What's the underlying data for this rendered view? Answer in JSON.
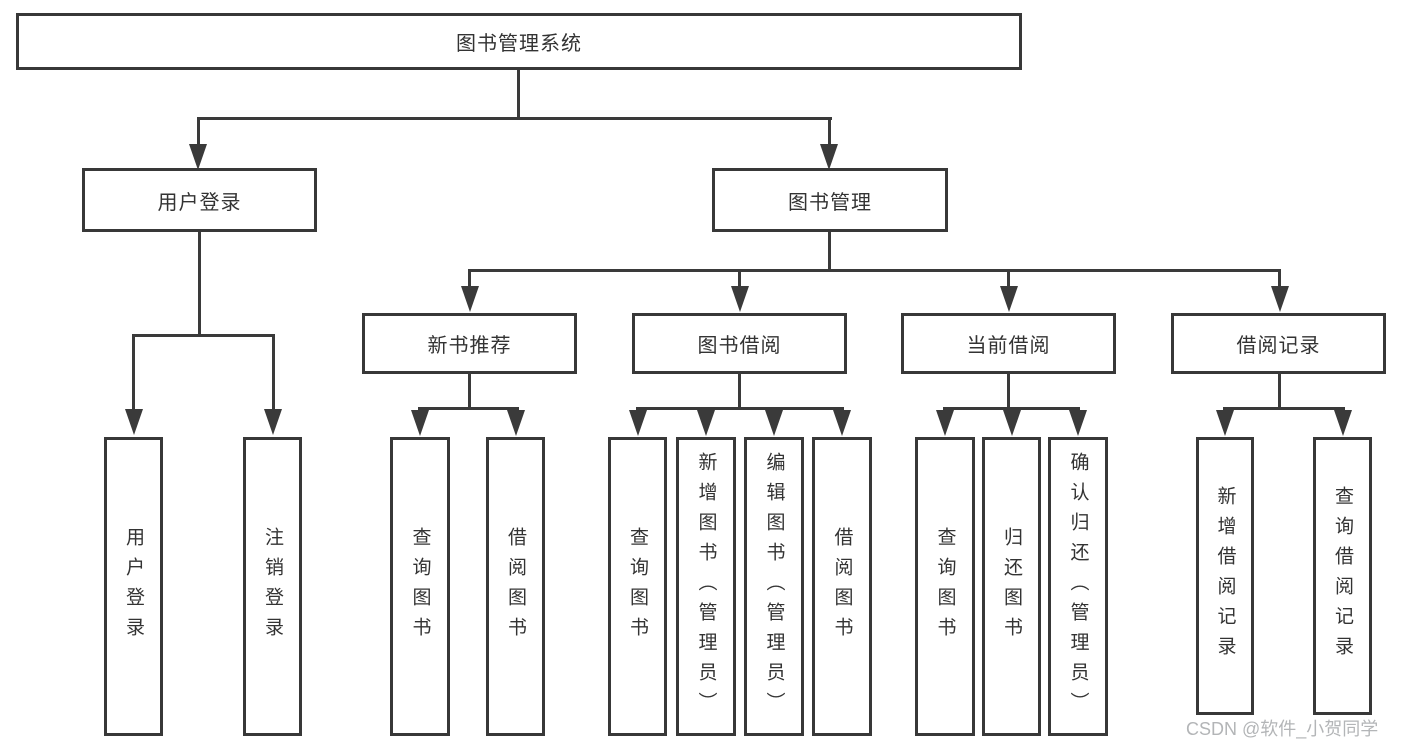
{
  "diagram": {
    "root": "图书管理系统",
    "user_branch": {
      "label": "用户登录",
      "children": [
        "用户登录",
        "注销登录"
      ]
    },
    "book_branch": {
      "label": "图书管理",
      "sections": [
        {
          "label": "新书推荐",
          "children": [
            "查询图书",
            "借阅图书"
          ]
        },
        {
          "label": "图书借阅",
          "children": [
            "查询图书",
            "新增图书（管理员）",
            "编辑图书（管理员）",
            "借阅图书"
          ]
        },
        {
          "label": "当前借阅",
          "children": [
            "查询图书",
            "归还图书",
            "确认归还（管理员）"
          ]
        },
        {
          "label": "借阅记录",
          "children": [
            "新增借阅记录",
            "查询借阅记录"
          ]
        }
      ]
    }
  },
  "colors": {
    "line": "#3a3a3a",
    "text": "#333333",
    "watermark": "#b3b5b7",
    "background": "#ffffff"
  },
  "watermark": "CSDN @软件_小贺同学"
}
